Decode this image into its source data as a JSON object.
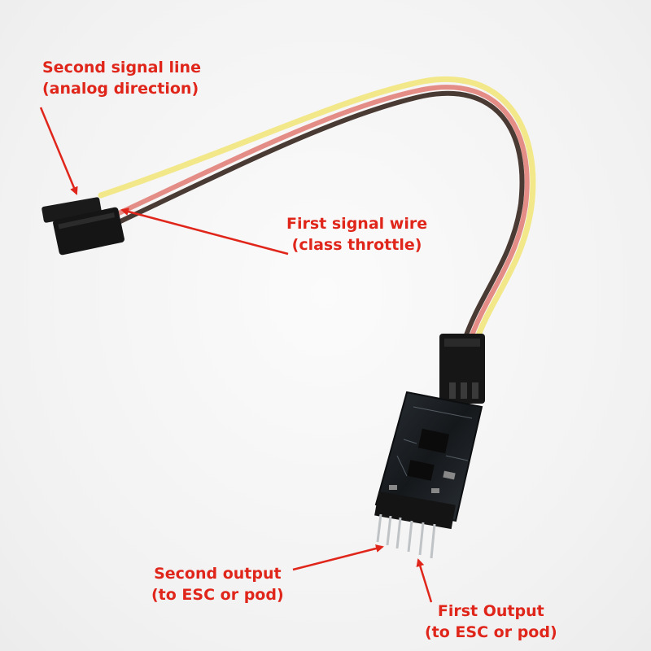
{
  "labels": {
    "second_signal": {
      "line1": "Second signal line",
      "line2": "(analog direction)"
    },
    "first_signal": {
      "line1": "First signal wire",
      "line2": "(class throttle)"
    },
    "second_output": {
      "line1": "Second output",
      "line2": "(to ESC or pod)"
    },
    "first_output": {
      "line1": "First Output",
      "line2": "(to ESC or pod)"
    }
  },
  "colors": {
    "annotation": "#e0261b",
    "wire_yellow": "#f2e88a",
    "wire_red": "#e48d86",
    "wire_brown": "#4a3a34",
    "board": "#1c2024"
  }
}
